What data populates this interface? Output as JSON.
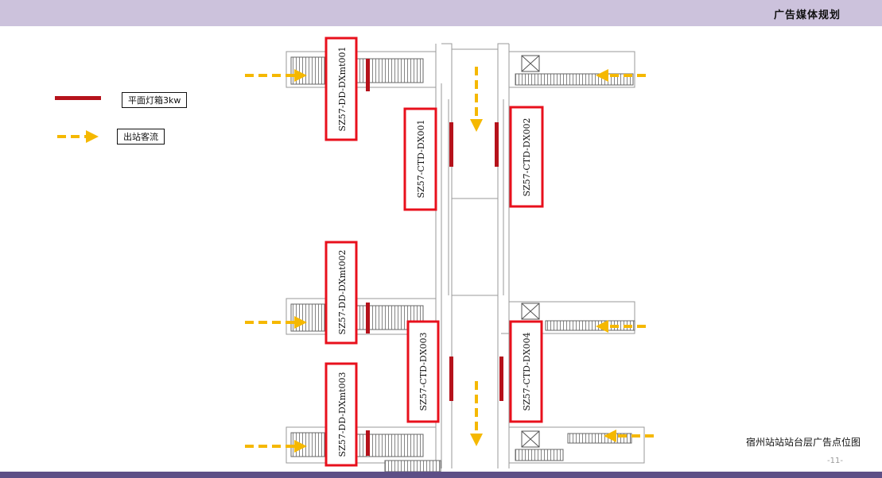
{
  "header": {
    "title": "广告媒体规划"
  },
  "legend": {
    "light_box_label": "平面灯箱3kw",
    "exit_flow_label": "出站客流",
    "light_box_color": "#b5121b",
    "flow_color": "#f5b800"
  },
  "ad_points": [
    {
      "code": "SZ57-DD-DXmt001"
    },
    {
      "code": "SZ57-CTD-DX001"
    },
    {
      "code": "SZ57-CTD-DX002"
    },
    {
      "code": "SZ57-DD-DXmt002"
    },
    {
      "code": "SZ57-CTD-DX003"
    },
    {
      "code": "SZ57-CTD-DX004"
    },
    {
      "code": "SZ57-DD-DXmt003"
    }
  ],
  "footer": {
    "caption": "宿州站站站台层广告点位图",
    "page_number": "-11-"
  },
  "colors": {
    "header_bg": "#ccc2dc",
    "footer_bg": "#5d4f86",
    "box_outline": "#e8101c"
  }
}
